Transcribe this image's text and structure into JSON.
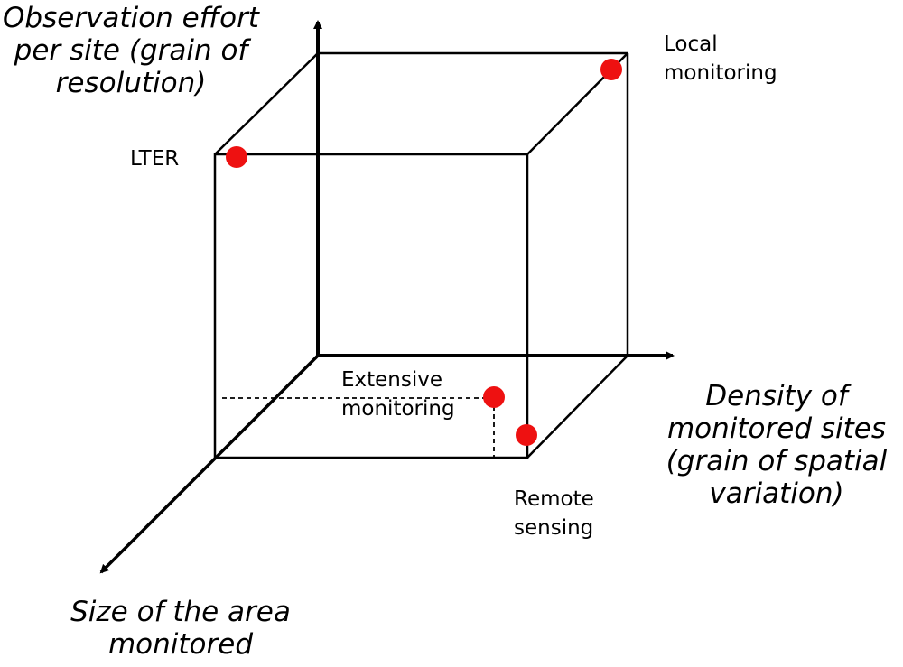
{
  "diagram": {
    "type": "3d-cube-axes",
    "axes": {
      "vertical": {
        "label_lines": [
          "Observation effort",
          "per site (grain of",
          "resolution)"
        ]
      },
      "horizontal": {
        "label_lines": [
          "Density of",
          "monitored sites",
          "(grain of spatial",
          "variation)"
        ]
      },
      "depth": {
        "label_lines": [
          "Size of the area",
          "monitored"
        ]
      }
    },
    "points": [
      {
        "id": "lter",
        "label_lines": [
          "LTER"
        ],
        "color": "#ee1111",
        "position": {
          "effort": "high",
          "density": "low",
          "area": "low"
        }
      },
      {
        "id": "local",
        "label_lines": [
          "Local",
          "monitoring"
        ],
        "color": "#ee1111",
        "position": {
          "effort": "high",
          "density": "high",
          "area": "high"
        }
      },
      {
        "id": "extensive",
        "label_lines": [
          "Extensive",
          "monitoring"
        ],
        "color": "#ee1111",
        "position": {
          "effort": "low",
          "density": "medium-high",
          "area": "medium"
        }
      },
      {
        "id": "remote",
        "label_lines": [
          "Remote",
          "sensing"
        ],
        "color": "#ee1111",
        "position": {
          "effort": "low",
          "density": "high",
          "area": "low"
        }
      }
    ],
    "line_color": "#000000"
  }
}
